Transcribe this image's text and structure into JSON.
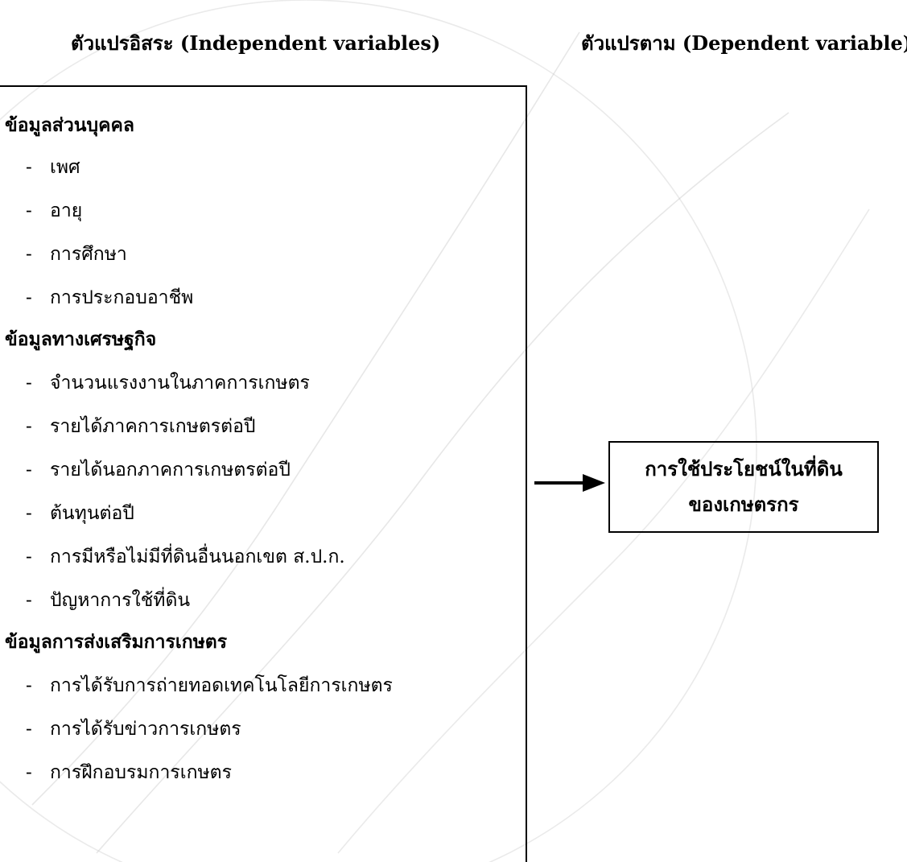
{
  "headings": {
    "independent": "ตัวแปรอิสระ (Independent variables)",
    "dependent": "ตัวแปรตาม (Dependent variable)"
  },
  "independent_variables": [
    {
      "group": "ข้อมูลส่วนบุคคล",
      "items": [
        "เพศ",
        "อายุ",
        "การศึกษา",
        "การประกอบอาชีพ"
      ]
    },
    {
      "group": "ข้อมูลทางเศรษฐกิจ",
      "items": [
        "จำนวนแรงงานในภาคการเกษตร",
        "รายได้ภาคการเกษตรต่อปี",
        "รายได้นอกภาคการเกษตรต่อปี",
        "ต้นทุนต่อปี",
        "การมีหรือไม่มีที่ดินอื่นนอกเขต ส.ป.ก.",
        "ปัญหาการใช้ที่ดิน"
      ]
    },
    {
      "group": "ข้อมูลการส่งเสริมการเกษตร",
      "items": [
        "การได้รับการถ่ายทอดเทคโนโลยีการเกษตร",
        "การได้รับข่าวการเกษตร",
        "การฝึกอบรมการเกษตร"
      ]
    }
  ],
  "item_marker": "-",
  "dependent_variable": {
    "line1": "การใช้ประโยชน์ในที่ดิน",
    "line2": "ของเกษตรกร"
  },
  "colors": {
    "text": "#000000",
    "watermark": "#bdbdbd"
  }
}
